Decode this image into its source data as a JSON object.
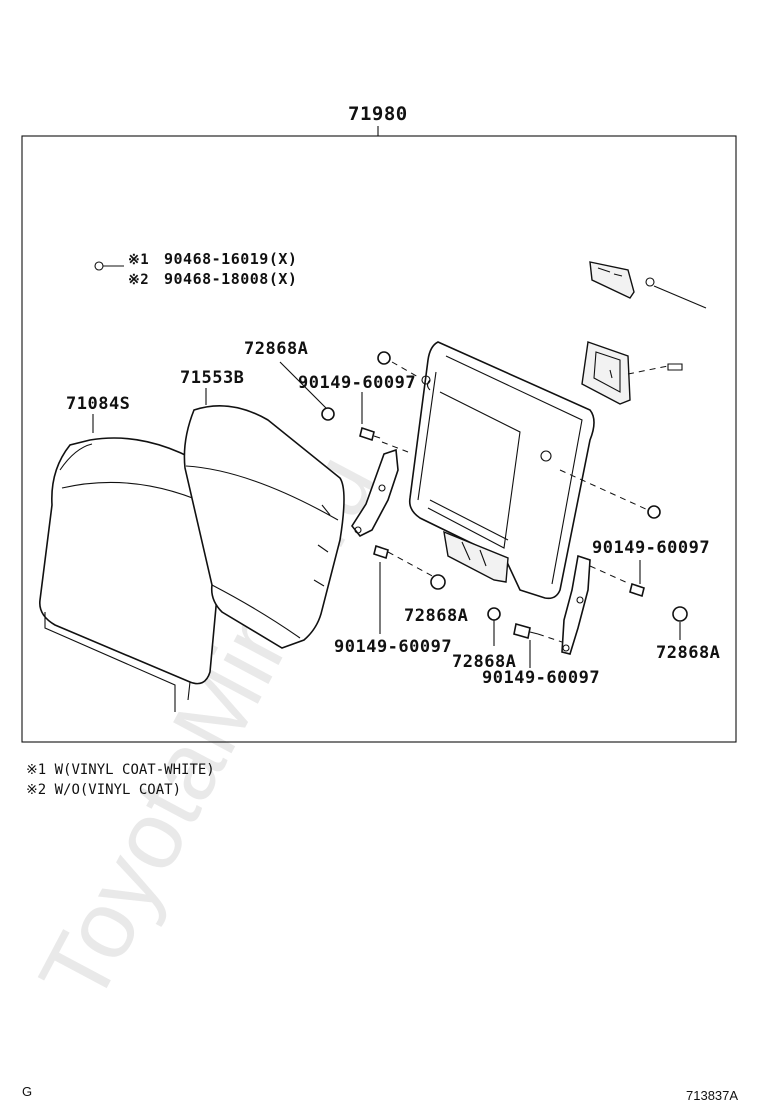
{
  "assembly_number": "71980",
  "options_legend": [
    {
      "mark": "※1",
      "part_no": "90468-16019(X)"
    },
    {
      "mark": "※2",
      "part_no": "90468-18008(X)"
    }
  ],
  "callouts": {
    "cover": "71084S",
    "pad": "71553B",
    "cap_top": "72868A",
    "bolt_top": "90149-60097",
    "bolt_right": "90149-60097",
    "cap_left": "72868A",
    "bolt_lower_left": "90149-60097",
    "cap_center": "72868A",
    "bolt_center": "90149-60097",
    "cap_right": "72868A"
  },
  "notes": [
    "※1 W(VINYL COAT-WHITE)",
    "※2 W/O(VINYL COAT)"
  ],
  "page_code_left": "G",
  "figure_id": "713837A",
  "watermark": "ToyotaMine.ru"
}
